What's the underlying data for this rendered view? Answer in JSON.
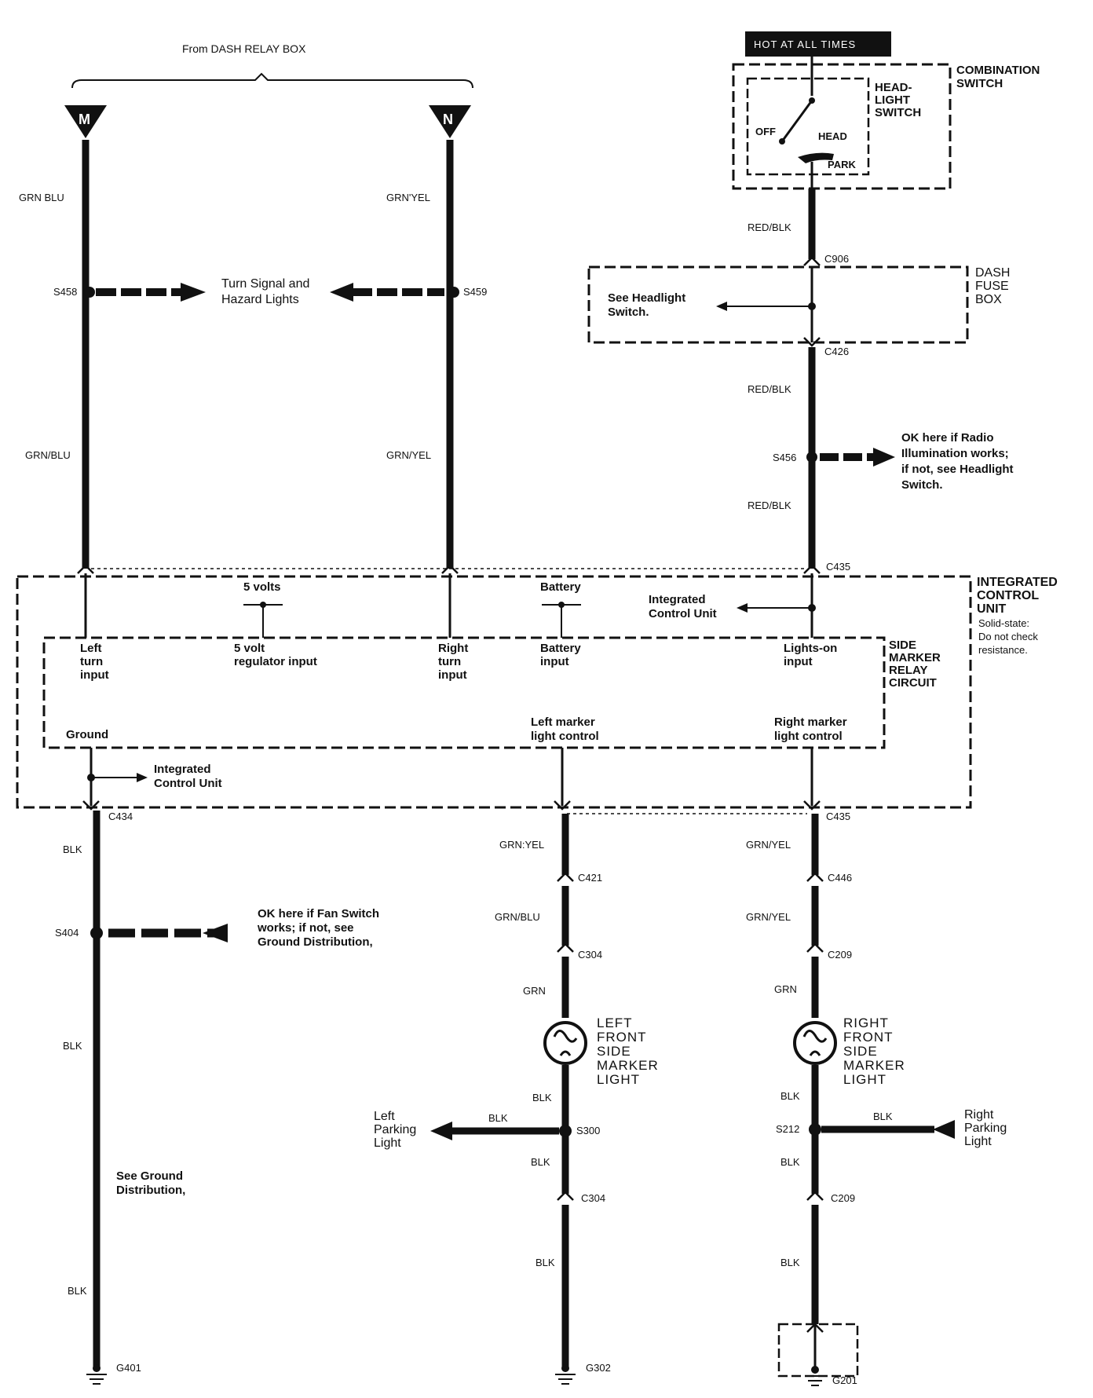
{
  "header": {
    "from_label": "From DASH RELAY BOX",
    "terminal_m": "M",
    "terminal_n": "N",
    "hot_label": "HOT AT ALL TIMES"
  },
  "combination_switch": {
    "title_1": "COMBINATION",
    "title_2": "SWITCH",
    "headlight_1": "HEAD-",
    "headlight_2": "LIGHT",
    "headlight_3": "SWITCH",
    "pos_off": "OFF",
    "pos_head": "HEAD",
    "pos_park": "PARK"
  },
  "dash_fuse_box": {
    "title_1": "DASH",
    "title_2": "FUSE",
    "title_3": "BOX",
    "note_1": "See Headlight",
    "note_2": "Switch."
  },
  "left_column": {
    "wire_top": "GRN BLU",
    "splice_top": "S458",
    "wire_mid": "GRN/BLU",
    "conn_bottom": "C434",
    "wire_1": "BLK",
    "splice_mid": "S404",
    "wire_2": "BLK",
    "see_ground_1": "See Ground",
    "see_ground_2": "Distribution,",
    "wire_3": "BLK",
    "ground": "G401",
    "fan_note_1": "OK here if Fan Switch",
    "fan_note_2": "works; if not, see",
    "fan_note_3": "Ground Distribution,"
  },
  "turn_signal": {
    "label_1": "Turn Signal and",
    "label_2": "Hazard Lights"
  },
  "mid_column": {
    "wire_top": "GRN'YEL",
    "splice_top": "S459",
    "wire_mid": "GRN/YEL"
  },
  "right_top": {
    "wire_1": "RED/BLK",
    "conn_1": "C906",
    "conn_2": "C426",
    "wire_2": "RED/BLK",
    "splice": "S456",
    "wire_3": "RED/BLK",
    "conn_3": "C435",
    "radio_1": "OK here if Radio",
    "radio_2": "Illumination works;",
    "radio_3": "if not, see Headlight",
    "radio_4": "Switch."
  },
  "icu": {
    "title_1": "INTEGRATED",
    "title_2": "CONTROL",
    "title_3": "UNIT",
    "note_1": "Solid-state:",
    "note_2": "Do not check",
    "note_3": "resistance.",
    "five_volts": "5 volts",
    "battery": "Battery",
    "icu_ref_1": "Integrated",
    "icu_ref_2": "Control Unit",
    "smr_1": "SIDE",
    "smr_2": "MARKER",
    "smr_3": "RELAY",
    "smr_4": "CIRCUIT",
    "left_turn_1": "Left",
    "left_turn_2": "turn",
    "left_turn_3": "input",
    "reg_1": "5 volt",
    "reg_2": "regulator input",
    "right_turn_1": "Right",
    "right_turn_2": "turn",
    "right_turn_3": "input",
    "batt_in_1": "Battery",
    "batt_in_2": "input",
    "lights_1": "Lights-on",
    "lights_2": "input",
    "ground": "Ground",
    "lmc_1": "Left marker",
    "lmc_2": "light control",
    "rmc_1": "Right marker",
    "rmc_2": "light control",
    "icu_ref2_1": "Integrated",
    "icu_ref2_2": "Control Unit"
  },
  "left_marker": {
    "wire_1": "GRN:YEL",
    "conn_1": "C421",
    "wire_2": "GRN/BLU",
    "conn_2": "C304",
    "wire_3": "GRN",
    "lamp_1": "LEFT",
    "lamp_2": "FRONT",
    "lamp_3": "SIDE",
    "lamp_4": "MARKER",
    "lamp_5": "LIGHT",
    "wire_4": "BLK",
    "splice": "S300",
    "parking_1": "Left",
    "parking_2": "Parking",
    "parking_3": "Light",
    "parking_wire": "BLK",
    "wire_5": "BLK",
    "conn_3": "C304",
    "wire_6": "BLK",
    "ground": "G302"
  },
  "right_marker": {
    "conn_top": "C435",
    "wire_1": "GRN/YEL",
    "conn_1": "C446",
    "wire_2": "GRN/YEL",
    "conn_2": "C209",
    "wire_3": "GRN",
    "lamp_1": "RIGHT",
    "lamp_2": "FRONT",
    "lamp_3": "SIDE",
    "lamp_4": "MARKER",
    "lamp_5": "LIGHT",
    "wire_4": "BLK",
    "splice": "S212",
    "parking_1": "Right",
    "parking_2": "Parking",
    "parking_3": "Light",
    "parking_wire": "BLK",
    "wire_5": "BLK",
    "conn_3": "C209",
    "wire_6": "BLK",
    "ground": "G201"
  }
}
